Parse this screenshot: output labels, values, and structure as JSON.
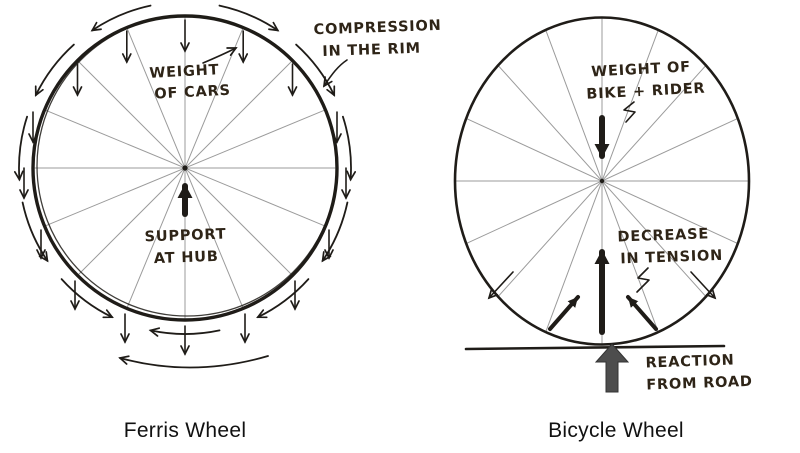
{
  "ferris": {
    "caption": "Ferris Wheel",
    "labels": {
      "weight1": "WEIGHT",
      "weight2": "OF CARS",
      "compression1": "COMPRESSION",
      "compression2": "IN THE RIM",
      "support1": "SUPPORT",
      "support2": "AT HUB"
    }
  },
  "bicycle": {
    "caption": "Bicycle Wheel",
    "labels": {
      "weight1": "WEIGHT OF",
      "weight2": "BIKE + RIDER",
      "tension1": "DECREASE",
      "tension2": "IN TENSION",
      "reaction1": "REACTION",
      "reaction2": "FROM ROAD"
    }
  },
  "colors": {
    "ink": "#1f1c18",
    "hand_text": "#2e2417",
    "spoke": "#9b9b9b",
    "reaction_fill": "#4d4d4d"
  }
}
